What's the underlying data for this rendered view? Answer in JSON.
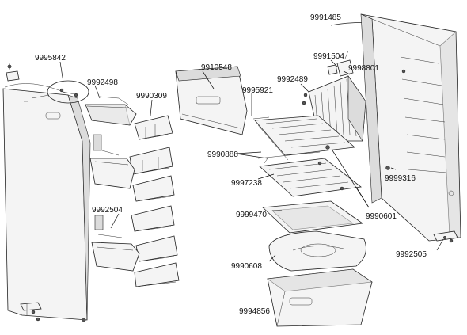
{
  "labels": {
    "p9995842": "9995842",
    "p9992498": "9992498",
    "p9990309": "9990309",
    "p9992504": "9992504",
    "p9910548": "9910548",
    "p9995921": "9995921",
    "p9992489": "9992489",
    "p9991504": "9991504",
    "p9998801": "9998801",
    "p9991485": "9991485",
    "p9990888": "9990888",
    "p9997238": "9997238",
    "p9999470": "9999470",
    "p9990601": "9990601",
    "p9999316": "9999316",
    "p9992505": "9992505",
    "p9990608": "9990608",
    "p9994856": "9994856"
  }
}
